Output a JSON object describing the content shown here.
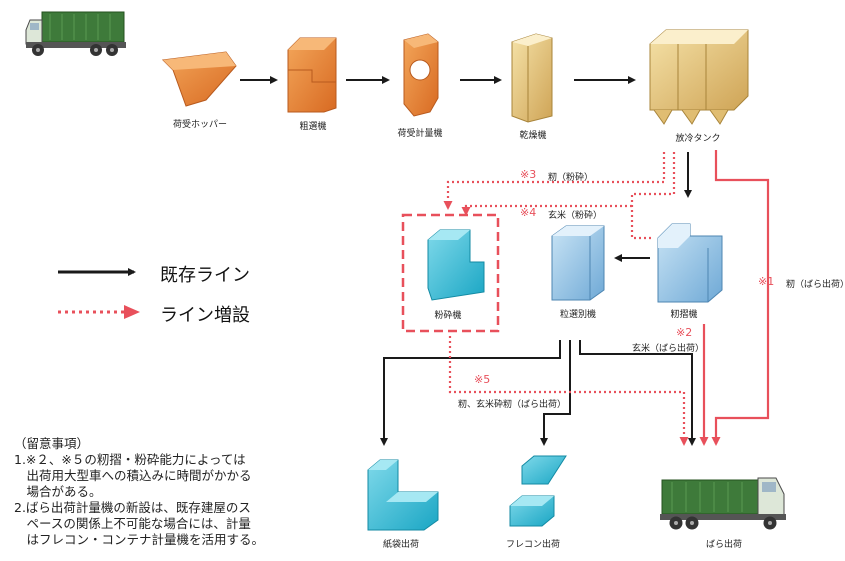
{
  "nodes": {
    "hopper": "荷受ホッパー",
    "precleaner": "粗選機",
    "receiving_scale": "荷受計量機",
    "dryer": "乾燥機",
    "cooling_tank": "放冷タンク",
    "crusher": "粉砕機",
    "grader": "粒選別機",
    "husker": "籾摺機",
    "paper_bag": "紙袋出荷",
    "flecon": "フレコン出荷",
    "bulk": "ばら出荷"
  },
  "edge_notes": {
    "n3_mark": "※3",
    "n3_text": "籾（粉砕）",
    "n4_mark": "※4",
    "n4_text": "玄米（粉砕）",
    "n1_mark": "※1",
    "n1_text": "籾（ばら出荷）",
    "n2_mark": "※2",
    "n2_text": "玄米（ばら出荷）",
    "n5_mark": "※5",
    "n5_text": "籾、玄米砕籾（ばら出荷）"
  },
  "legend": {
    "existing": "既存ライン",
    "added": "ライン増設"
  },
  "notes": {
    "title": "（留意事項）",
    "lines": [
      "1.※２、※５の籾摺・粉砕能力によっては",
      "　出荷用大型車への積込みに時間がかかる",
      "　場合がある。",
      "2.ばら出荷計量機の新設は、既存建屋のス",
      "　ペースの関係上不可能な場合には、計量",
      "　はフレコン・コンテナ計量機を活用する。"
    ]
  },
  "colors": {
    "existing_line": "#1a1a1a",
    "added_line": "#e8505b",
    "orange": "#e8873a",
    "tan": "#e0c07a",
    "blue": "#8fc3e6",
    "cyan": "#3bbfd6",
    "truck_green": "#3e7a3a"
  }
}
